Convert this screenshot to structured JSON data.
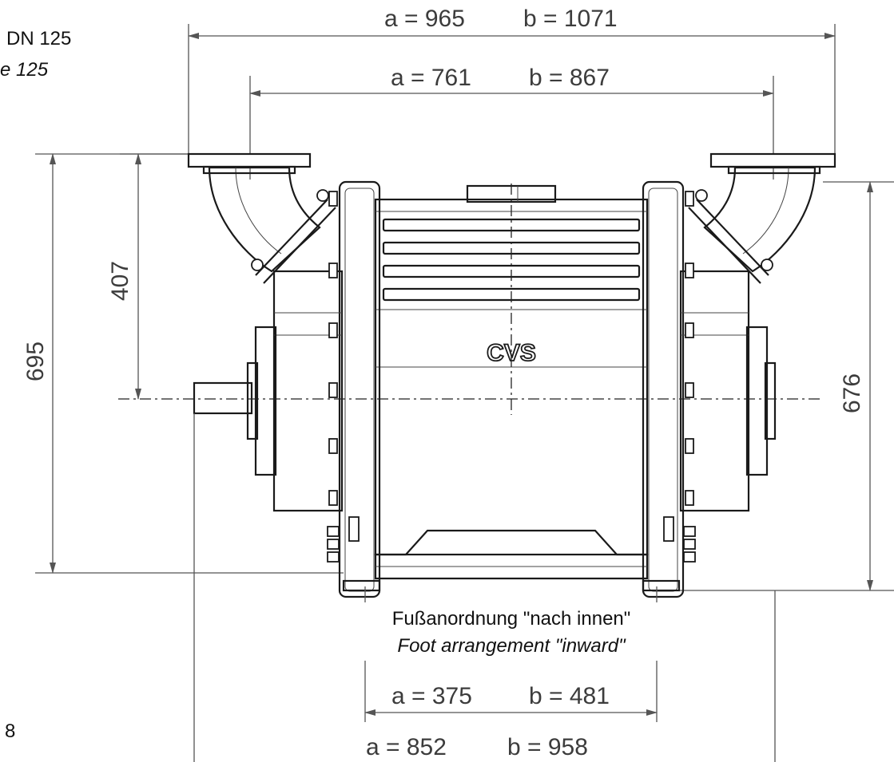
{
  "labels": {
    "flange_de": "DN 125",
    "flange_en": "e 125",
    "page_number": "8",
    "logo": "CVS",
    "foot_de": "Fußanordnung \"nach innen\"",
    "foot_en": "Foot arrangement \"inward\""
  },
  "dimensions": {
    "flange_outer": {
      "a": "a = 965",
      "b": "b = 1071"
    },
    "flange_inner": {
      "a": "a = 761",
      "b": "b = 867"
    },
    "foot_inner": {
      "a": "a = 375",
      "b": "b = 481"
    },
    "foot_outer": {
      "a": "a = 852",
      "b": "b = 958"
    },
    "height_total": "695",
    "height_shaft_to_flange": "407",
    "height_right": "676"
  }
}
